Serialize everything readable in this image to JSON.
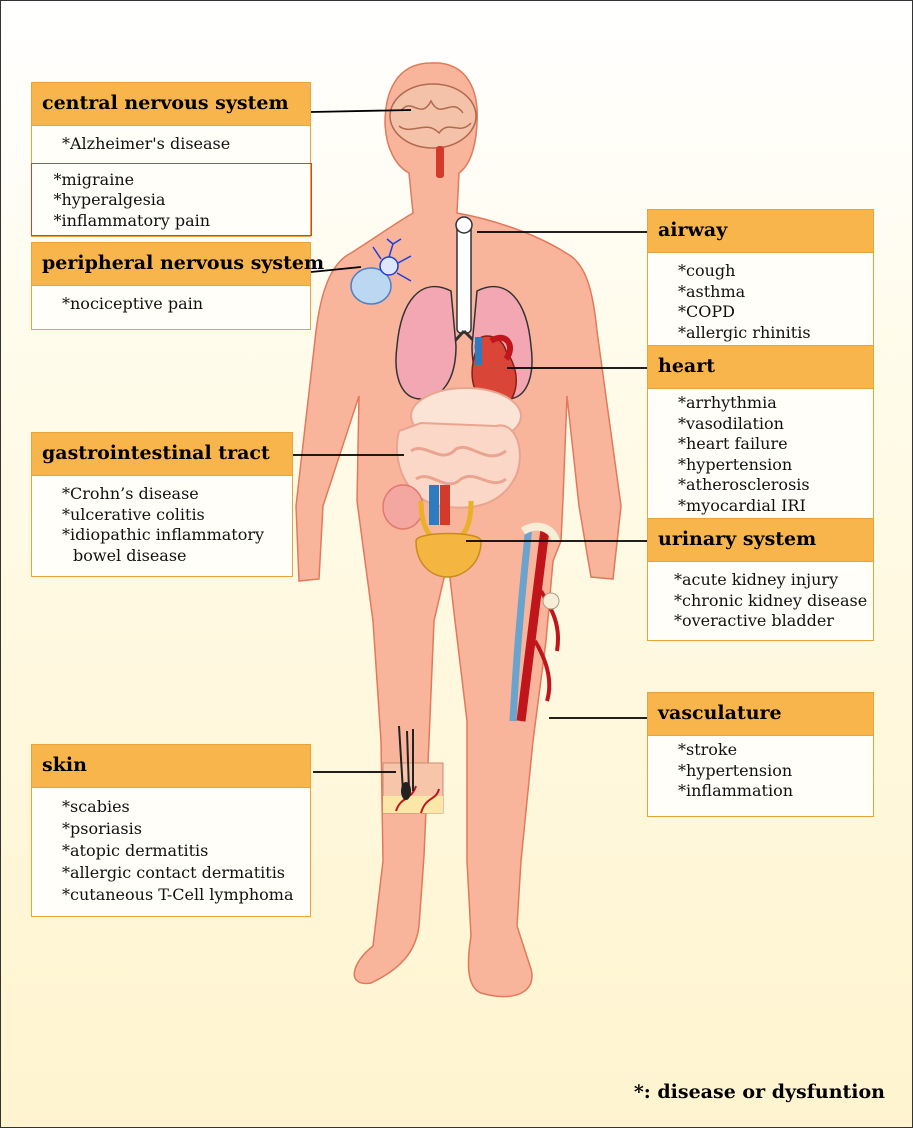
{
  "boxes": {
    "cns": {
      "title": "central nervous system",
      "items_a": [
        "*Alzheimer's disease"
      ],
      "items_b": [
        "*migraine",
        "*hyperalgesia",
        "*inflammatory pain"
      ]
    },
    "pns": {
      "title": "peripheral nervous system",
      "items": [
        "*nociceptive pain"
      ]
    },
    "gi": {
      "title": "gastrointestinal tract",
      "items": [
        "*Crohn’s disease",
        "*ulcerative colitis",
        "*idiopathic inflammatory",
        "bowel disease"
      ]
    },
    "skin": {
      "title": "skin",
      "items": [
        "*scabies",
        "*psoriasis",
        "*atopic dermatitis",
        "*allergic contact dermatitis",
        "*cutaneous T-Cell lymphoma"
      ]
    },
    "airway": {
      "title": "airway",
      "items": [
        "*cough",
        "*asthma",
        "*COPD",
        "*allergic rhinitis"
      ]
    },
    "heart": {
      "title": "heart",
      "items": [
        "*arrhythmia",
        "*vasodilation",
        "*heart failure",
        "*hypertension",
        "*atherosclerosis",
        "*myocardial IRI"
      ]
    },
    "urinary": {
      "title": "urinary system",
      "items": [
        "*acute kidney injury",
        "*chronic kidney disease",
        "*overactive bladder"
      ]
    },
    "vasculature": {
      "title": "vasculature",
      "items": [
        "*stroke",
        "*hypertension",
        "*inflammation"
      ]
    }
  },
  "footnote": "*: disease or dysfuntion",
  "colors": {
    "header_fill": "#f7b54c",
    "box_border": "#e8a33c",
    "body_fill": "#f9b49c",
    "body_outline": "#e07a5c",
    "lung_fill": "#f2a7b2",
    "artery": "#c0161b",
    "vein": "#6aa3cc"
  }
}
